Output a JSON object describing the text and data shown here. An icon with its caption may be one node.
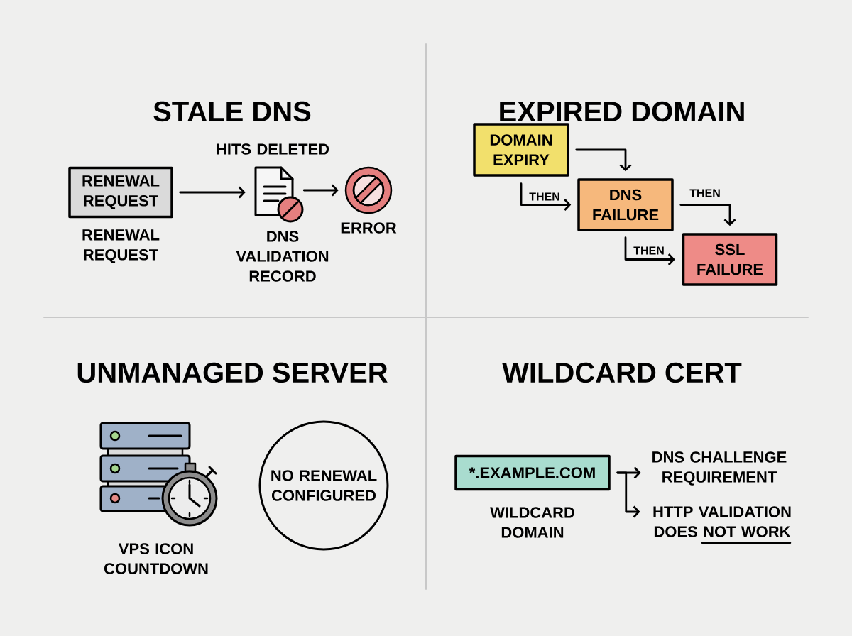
{
  "diagram": {
    "nodes": [
      {
        "text": [
          "RENEWAL REQUEST"
        ],
        "beside": [
          "RENEWAL REQUEST"
        ]
      },
      {
        "text": [],
        "shape": "picture",
        "beside": [
          "HITS DELETED",
          "DNS VALIDATION RECORD"
        ]
      },
      {
        "text": [],
        "shape": "picture",
        "beside": [
          "ERROR"
        ]
      },
      {
        "text": [
          "DOMAIN EXPIRY"
        ]
      },
      {
        "text": [
          "DNS FAILURE"
        ]
      },
      {
        "text": [
          "SSL FAILURE"
        ]
      },
      {
        "text": [],
        "shape": "picture",
        "beside": [
          "VPS ICON COUNTDOWN"
        ]
      },
      {
        "text": [
          "NO RENEWAL CONFIGURED"
        ]
      },
      {
        "text": [
          "*.EXAMPLE.COM"
        ],
        "beside": [
          "WILDCARD DOMAIN"
        ]
      },
      {
        "text": [
          "DNS CHALLENGE REQUIREMENT"
        ]
      },
      {
        "text": [
          "HTTP VALIDATION DOES NOT WORK"
        ]
      }
    ],
    "edges": [
      {
        "from": 0,
        "to": 1,
        "arrow": "to"
      },
      {
        "from": 1,
        "to": 2,
        "arrow": "to"
      },
      {
        "from": 3,
        "to": 4,
        "arrow": "to"
      },
      {
        "from": 3,
        "to": 4,
        "arrow": "to",
        "label": "THEN"
      },
      {
        "from": 4,
        "to": 5,
        "arrow": "to",
        "label": "THEN"
      },
      {
        "from": 4,
        "to": 5,
        "arrow": "to",
        "label": "THEN"
      },
      {
        "from": 8,
        "to": 9,
        "arrow": "to"
      },
      {
        "from": 8,
        "to": 10,
        "arrow": "to"
      }
    ],
    "labels": [
      "STALE DNS",
      "EXPIRED DOMAIN",
      "UNMANAGED SERVER",
      "WILDCARD CERT"
    ]
  }
}
